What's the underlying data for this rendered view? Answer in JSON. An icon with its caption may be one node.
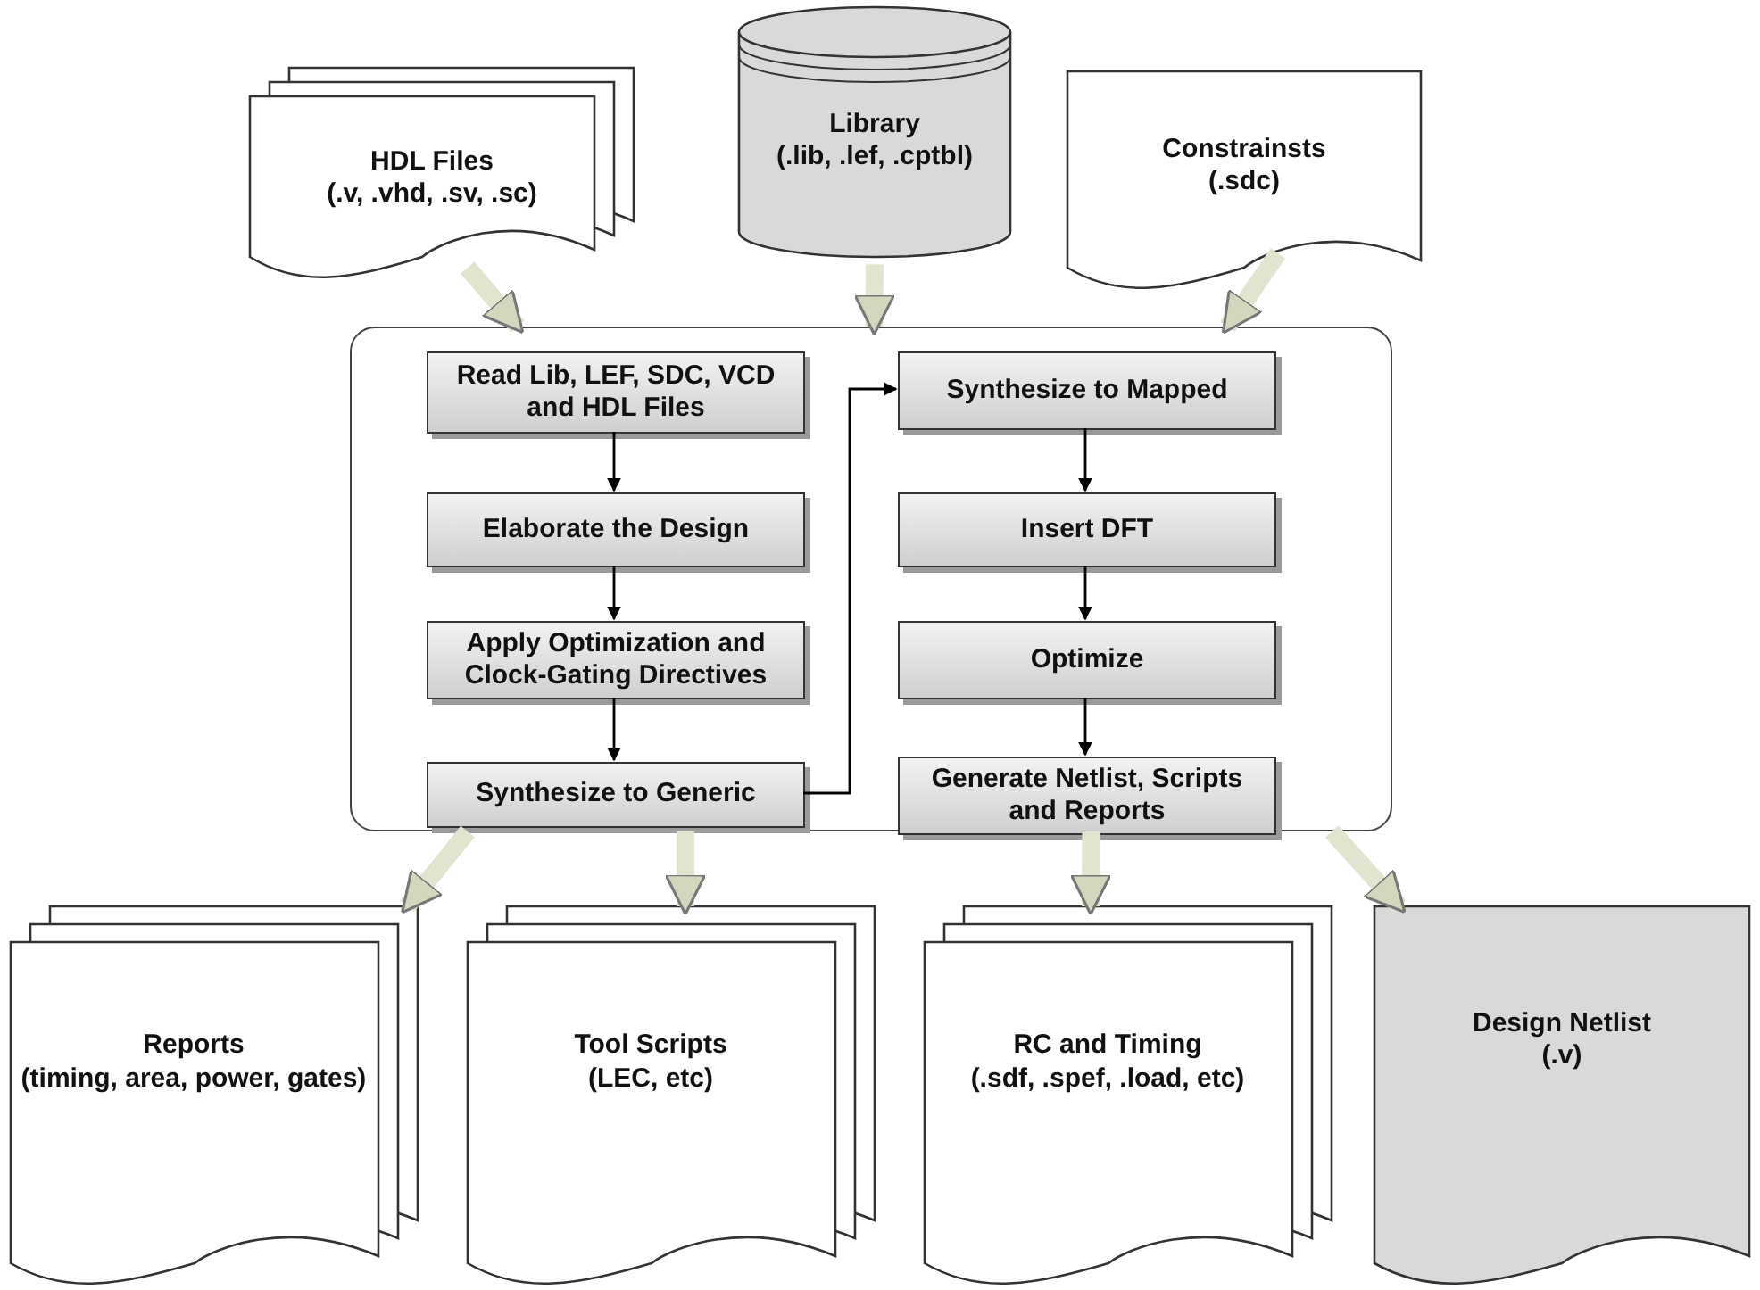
{
  "diagram": {
    "nodes": [
      {
        "text": [
          "HDL Files",
          "(.v, .vhd, .sv, .sc)"
        ]
      },
      {
        "text": [
          "Library",
          "(.lib, .lef, .cptbl)"
        ]
      },
      {
        "text": [
          "Constrainsts",
          "(.sdc)"
        ]
      },
      {
        "text": [],
        "shape": "box"
      },
      {
        "text": [
          "Read Lib, LEF, SDC, VCD and HDL Files"
        ],
        "in": 3
      },
      {
        "text": [
          "Elaborate the Design"
        ],
        "in": 3
      },
      {
        "text": [
          "Apply Optimization and Clock-Gating Directives"
        ],
        "in": 3
      },
      {
        "text": [
          "Synthesize to Generic"
        ],
        "in": 3
      },
      {
        "text": [
          "Synthesize to Mapped"
        ],
        "in": 3
      },
      {
        "text": [
          "Insert DFT"
        ],
        "in": 3
      },
      {
        "text": [
          "Optimize"
        ],
        "in": 3
      },
      {
        "text": [
          "Generate Netlist, Scripts and Reports"
        ],
        "in": 3
      },
      {
        "text": [
          "Reports",
          "(timing, area, power, gates)"
        ]
      },
      {
        "text": [
          "Tool Scripts",
          "(LEC, etc)"
        ]
      },
      {
        "text": [
          "RC and Timing",
          "(.sdf, .spef, .load, etc)"
        ]
      },
      {
        "text": [
          "Design Netlist",
          "(.v)"
        ]
      }
    ],
    "edges": [
      {
        "from": 0,
        "to": 3,
        "arrow": "to",
        "style": "thick",
        "color": "#e2e4cf"
      },
      {
        "from": 1,
        "to": 3,
        "arrow": "to",
        "style": "thick",
        "color": "#e2e4cf"
      },
      {
        "from": 2,
        "to": 3,
        "arrow": "to",
        "style": "thick",
        "color": "#e2e4cf"
      },
      {
        "from": 4,
        "to": 5,
        "arrow": "to",
        "color": "#000000"
      },
      {
        "from": 5,
        "to": 6,
        "arrow": "to",
        "color": "#000000"
      },
      {
        "from": 6,
        "to": 7,
        "arrow": "to",
        "color": "#000000"
      },
      {
        "from": 7,
        "to": 8,
        "arrow": "to",
        "color": "#000000"
      },
      {
        "from": 8,
        "to": 9,
        "arrow": "to",
        "color": "#000000"
      },
      {
        "from": 9,
        "to": 10,
        "arrow": "to",
        "color": "#000000"
      },
      {
        "from": 10,
        "to": 11,
        "arrow": "to",
        "color": "#000000"
      },
      {
        "from": 3,
        "to": 12,
        "arrow": "to",
        "style": "thick",
        "color": "#e2e4cf"
      },
      {
        "from": 3,
        "to": 13,
        "arrow": "to",
        "style": "thick",
        "color": "#e2e4cf"
      },
      {
        "from": 3,
        "to": 14,
        "arrow": "to",
        "style": "thick",
        "color": "#e2e4cf"
      },
      {
        "from": 3,
        "to": 15,
        "arrow": "to",
        "style": "thick",
        "color": "#e2e4cf"
      }
    ]
  }
}
